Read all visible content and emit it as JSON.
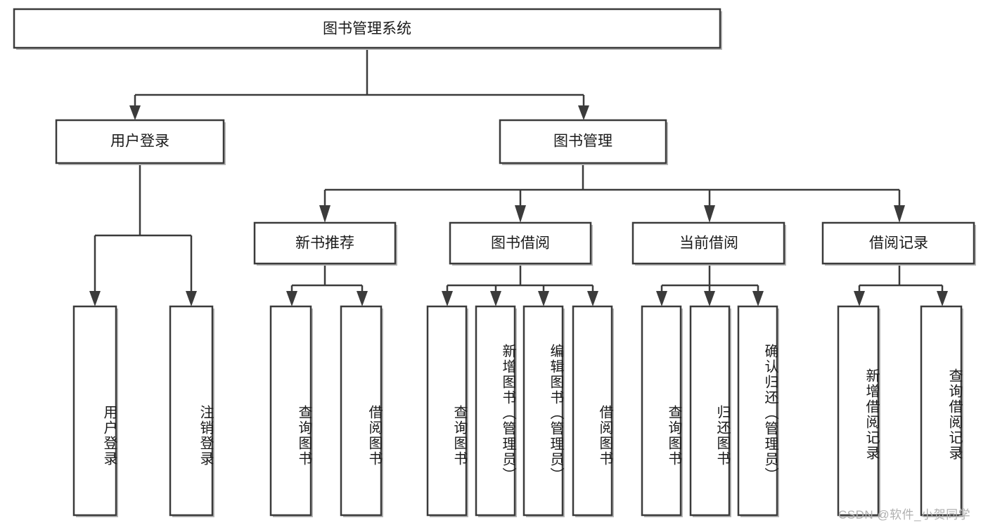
{
  "diagram": {
    "title": "图书管理系统",
    "type": "tree",
    "orientation": "top-down",
    "root": {
      "label": "图书管理系统",
      "children": [
        {
          "label": "用户登录",
          "children": [
            {
              "label": "用户登录"
            },
            {
              "label": "注销登录"
            }
          ]
        },
        {
          "label": "图书管理",
          "children": [
            {
              "label": "新书推荐",
              "children": [
                {
                  "label": "查询图书"
                },
                {
                  "label": "借阅图书"
                }
              ]
            },
            {
              "label": "图书借阅",
              "children": [
                {
                  "label": "查询图书"
                },
                {
                  "label": "新增图书（管理员）"
                },
                {
                  "label": "编辑图书（管理员）"
                },
                {
                  "label": "借阅图书"
                }
              ]
            },
            {
              "label": "当前借阅",
              "children": [
                {
                  "label": "查询图书"
                },
                {
                  "label": "归还图书"
                },
                {
                  "label": "确认归还（管理员）"
                }
              ]
            },
            {
              "label": "借阅记录",
              "children": [
                {
                  "label": "新增借阅记录"
                },
                {
                  "label": "查询借阅记录"
                }
              ]
            }
          ]
        }
      ]
    }
  },
  "nodes": {
    "root": "图书管理系统",
    "l1_user_login": "用户登录",
    "l1_book_mgmt": "图书管理",
    "l2_new_book_rec": "新书推荐",
    "l2_book_borrow": "图书借阅",
    "l2_current_borrow": "当前借阅",
    "l2_borrow_record": "借阅记录",
    "leaf_user_login": "用户登录",
    "leaf_logout": "注销登录",
    "leaf_query_book_a": "查询图书",
    "leaf_borrow_book_a": "借阅图书",
    "leaf_query_book_b": "查询图书",
    "leaf_add_book_admin": "新增图书（管理员）",
    "leaf_edit_book_admin": "编辑图书（管理员）",
    "leaf_borrow_book_b": "借阅图书",
    "leaf_query_book_c": "查询图书",
    "leaf_return_book": "归还图书",
    "leaf_confirm_return_admin": "确认归还（管理员）",
    "leaf_add_record": "新增借阅记录",
    "leaf_query_record": "查询借阅记录"
  },
  "watermark": {
    "text": "CSDN @软件_小贺同学"
  },
  "colors": {
    "stroke": "#3b3b3b",
    "fill": "#ffffff",
    "text": "#1a1a1a",
    "watermark": "#b0b0b0",
    "background": "#ffffff"
  }
}
